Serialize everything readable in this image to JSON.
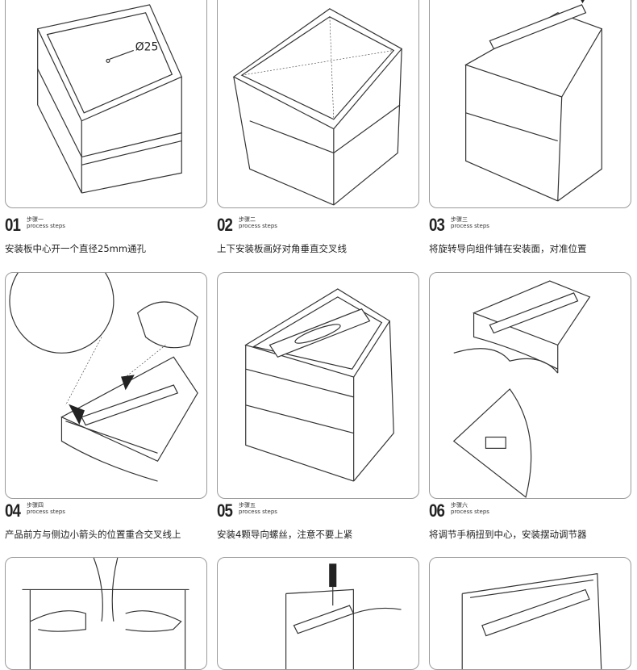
{
  "steps": [
    {
      "num": "01",
      "label_cn": "步骤一",
      "label_en": "process steps",
      "desc": "安装板中心开一个直径25mm通孔",
      "dim": "Ø25"
    },
    {
      "num": "02",
      "label_cn": "步骤二",
      "label_en": "process steps",
      "desc": "上下安装板画好对角垂直交叉线"
    },
    {
      "num": "03",
      "label_cn": "步骤三",
      "label_en": "process steps",
      "desc": "将旋转导向组件铺在安装面，对准位置"
    },
    {
      "num": "04",
      "label_cn": "步骤四",
      "label_en": "process steps",
      "desc": "产品前方与侧边小箭头的位置重合交叉线上"
    },
    {
      "num": "05",
      "label_cn": "步骤五",
      "label_en": "process steps",
      "desc": "安装4颗导向螺丝，注意不要上紧"
    },
    {
      "num": "06",
      "label_cn": "步骤六",
      "label_en": "process steps",
      "desc": "将调节手柄扭到中心，安装摆动调节器"
    }
  ]
}
